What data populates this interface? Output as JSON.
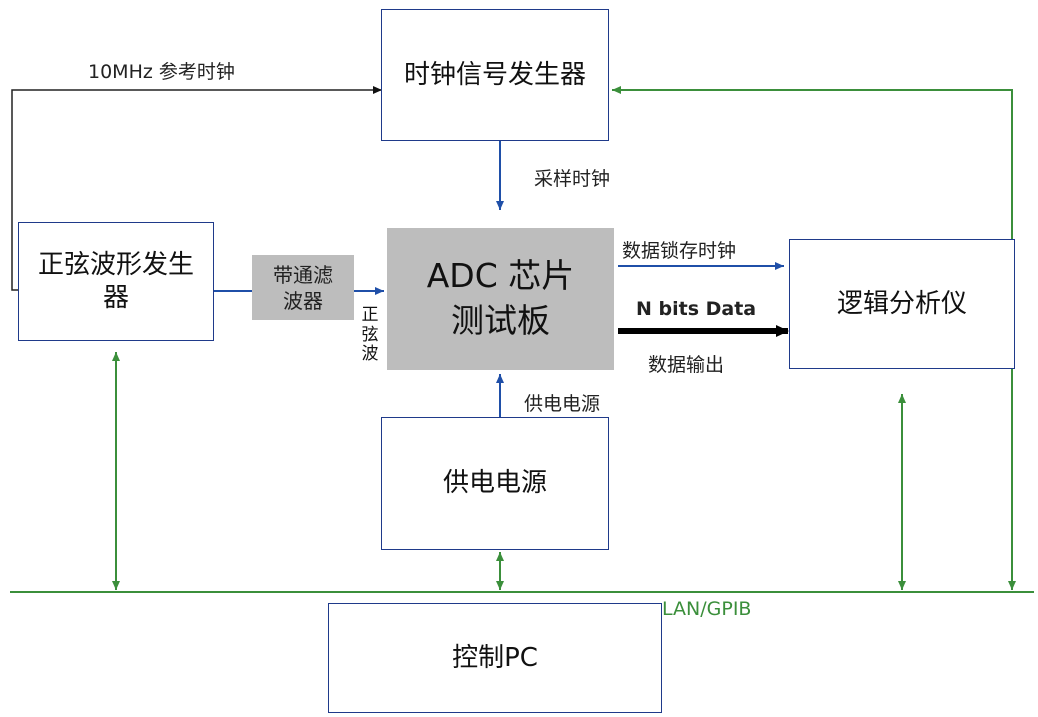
{
  "blocks": {
    "clock_generator": "时钟信号发生器",
    "sine_generator": "正弦波形发生器",
    "bandpass_filter": "带通滤波器",
    "adc_board": "ADC 芯片测试板",
    "logic_analyzer": "逻辑分析仪",
    "power_supply": "供电电源",
    "control_pc": "控制PC"
  },
  "labels": {
    "ref_clock": "10MHz 参考时钟",
    "sample_clock": "采样时钟",
    "sine_wave": "正弦波",
    "latch_clock": "数据锁存时钟",
    "n_bits": "N bits Data",
    "data_out": "数据输出",
    "power_in": "供电电源",
    "bus": "LAN/GPIB"
  },
  "colors": {
    "signal_line": "#1f4fa8",
    "bus_line": "#3b8f3b",
    "data_line": "#000000",
    "adc_fill": "#bdbdbd"
  }
}
